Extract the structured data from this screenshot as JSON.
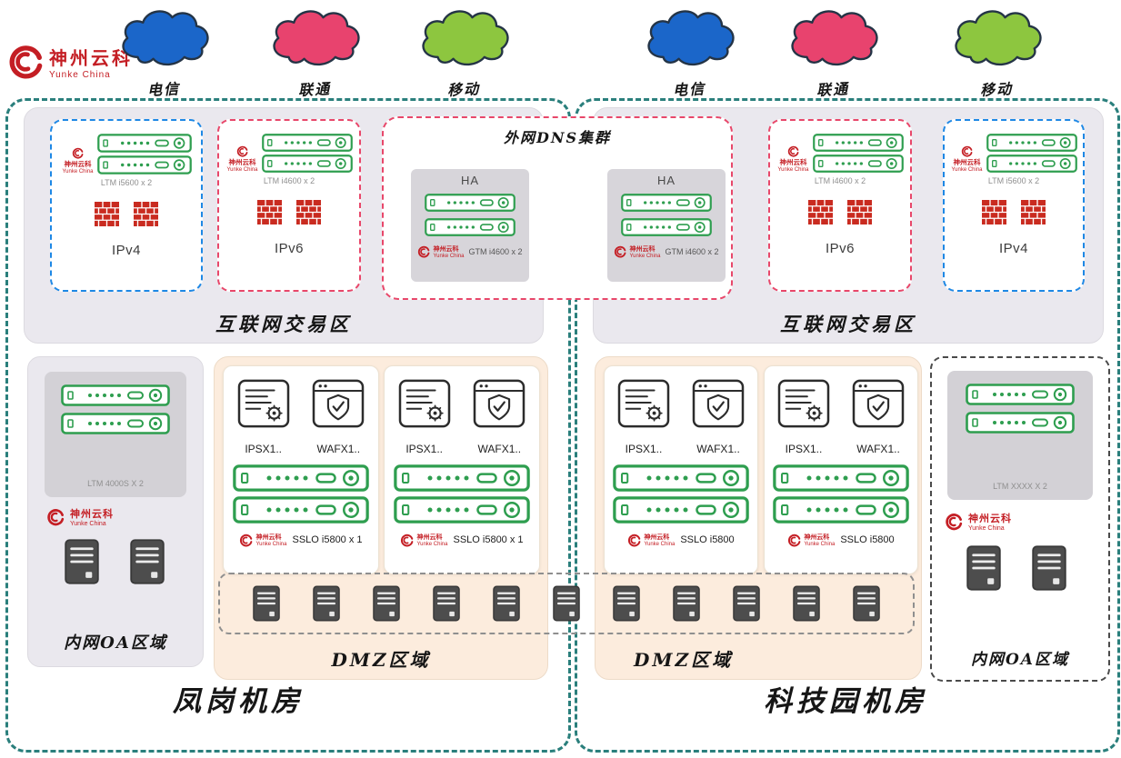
{
  "logo": {
    "title": "神州云科",
    "subtitle": "Yunke China"
  },
  "clouds": [
    {
      "label": "电信"
    },
    {
      "label": "联通"
    },
    {
      "label": "移动"
    },
    {
      "label": "电信"
    },
    {
      "label": "联通"
    },
    {
      "label": "移动"
    }
  ],
  "dns_cluster": {
    "title": "外网DNS集群",
    "ha": [
      {
        "label": "HA",
        "model": "GTM i4600 x 2"
      },
      {
        "label": "HA",
        "model": "GTM i4600 x 2"
      }
    ]
  },
  "left_dc": {
    "name": "凤岗机房",
    "internet_zone": {
      "label": "互联网交易区",
      "boxes": [
        {
          "model": "LTM i5600 x 2",
          "proto": "IPv4"
        },
        {
          "model": "LTM i4600 x 2",
          "proto": "IPv6"
        }
      ]
    },
    "oa_zone": {
      "model": "LTM 4000S X 2",
      "label": "内网OA区域"
    },
    "dmz_zone": {
      "label": "DMZ区域",
      "groups": [
        {
          "ips": "IPSX1..",
          "waf": "WAFX1..",
          "sslo": "SSLO i5800 x 1"
        },
        {
          "ips": "IPSX1..",
          "waf": "WAFX1..",
          "sslo": "SSLO i5800 x 1"
        }
      ]
    }
  },
  "right_dc": {
    "name": "科技园机房",
    "internet_zone": {
      "label": "互联网交易区",
      "boxes": [
        {
          "model": "LTM i4600 x 2",
          "proto": "IPv6"
        },
        {
          "model": "LTM i5600 x 2",
          "proto": "IPv4"
        }
      ]
    },
    "dmz_zone": {
      "label": "DMZ区域",
      "groups": [
        {
          "ips": "IPSX1..",
          "waf": "WAFX1..",
          "sslo": "SSLO i5800"
        },
        {
          "ips": "IPSX1..",
          "waf": "WAFX1..",
          "sslo": "SSLO i5800"
        }
      ]
    },
    "oa_zone": {
      "model": "LTM XXXX X 2",
      "label": "内网OA区域"
    }
  },
  "colors": {
    "cloud_blue": "#1b66c9",
    "cloud_red": "#e8436e",
    "cloud_green": "#8dc63f",
    "dc_border": "#2a7f7c",
    "ipv4_border": "#1e88e5",
    "ipv6_border": "#e8476a",
    "appliance_green": "#2e9e4f",
    "firewall_red": "#c92b20",
    "brand_red": "#c41e24",
    "zone_bg": "#eae8ee",
    "dmz_bg": "#fcecdd"
  }
}
